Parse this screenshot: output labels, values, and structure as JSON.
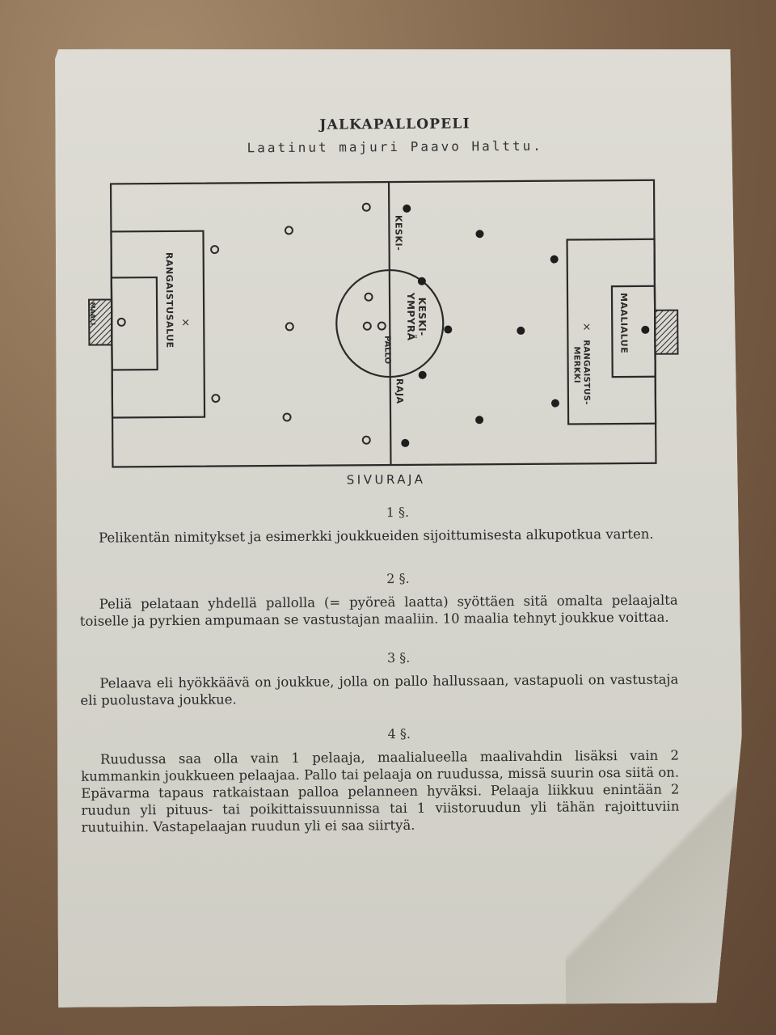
{
  "title": "JALKAPALLOPELI",
  "subtitle": "Laatinut majuri Paavo Halttu.",
  "field": {
    "left_box_label": "RANGAISTUSALUE",
    "left_goal_label": "MAALI",
    "center_line_label_top": "KESKI-",
    "center_line_label_bottom": "RAJA",
    "center_circle_label_1": "KESKI-",
    "center_circle_label_2": "YMPYRÄ",
    "ball_label": "PALLO",
    "right_box_label": "MAALIALUE",
    "penalty_mark_label_1": "RANGAISTUS-",
    "penalty_mark_label_2": "MERKKI",
    "sideline_label": "SIVURAJA"
  },
  "sections": [
    {
      "num": "1 §.",
      "text": "Pelikentän nimitykset ja esimerkki joukkueiden sijoittumisesta alkupotkua varten."
    },
    {
      "num": "2 §.",
      "text": "Peliä pelataan yhdellä pallolla (= pyöreä laatta) syöttäen sitä omalta pelaajalta toiselle ja pyrkien ampumaan se vastustajan maaliin. 10 maalia tehnyt joukkue voittaa."
    },
    {
      "num": "3 §.",
      "text": "Pelaava eli hyökkäävä on joukkue, jolla on pallo hallussaan, vastapuoli on vastustaja eli puolustava joukkue."
    },
    {
      "num": "4 §.",
      "text": "Ruudussa saa olla vain 1 pelaaja, maalialueella maalivahdin lisäksi vain 2 kummankin joukkueen pelaajaa. Pallo tai pelaaja on ruudussa, missä suurin osa siitä on. Epävarma tapaus ratkaistaan palloa pelanneen hyväksi. Pelaaja liikkuu enintään 2 ruudun yli pituus- tai poikittaissuunnissa tai 1 viistoruudun yli tähän rajoittuviin ruutuihin. Vastapelaajan ruudun yli ei saa siirtyä."
    }
  ]
}
